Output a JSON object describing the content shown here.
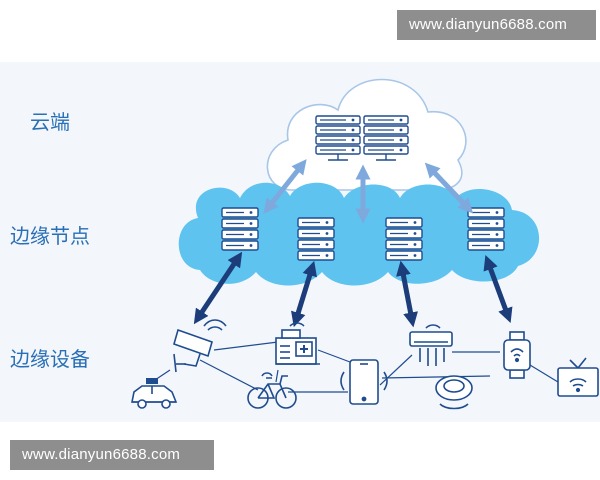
{
  "watermark": {
    "top": "www.dianyun6688.com",
    "bottom": "www.dianyun6688.com"
  },
  "layers": {
    "cloud": "云端",
    "edge": "边缘节点",
    "device": "边缘设备"
  },
  "colors": {
    "edge_cloud": "#5ec3ef",
    "arrow_light": "#7fa8dc",
    "arrow_dark": "#1c3d7a",
    "icon_stroke": "#1f4c8f",
    "label": "#2a6fb5"
  },
  "devices": [
    {
      "icon": "taxi-icon"
    },
    {
      "icon": "security-camera-icon"
    },
    {
      "icon": "bicycle-icon"
    },
    {
      "icon": "hospital-building-icon"
    },
    {
      "icon": "smartphone-icon"
    },
    {
      "icon": "air-conditioner-icon"
    },
    {
      "icon": "robot-vacuum-icon"
    },
    {
      "icon": "smartwatch-icon"
    },
    {
      "icon": "smart-tv-icon"
    }
  ]
}
